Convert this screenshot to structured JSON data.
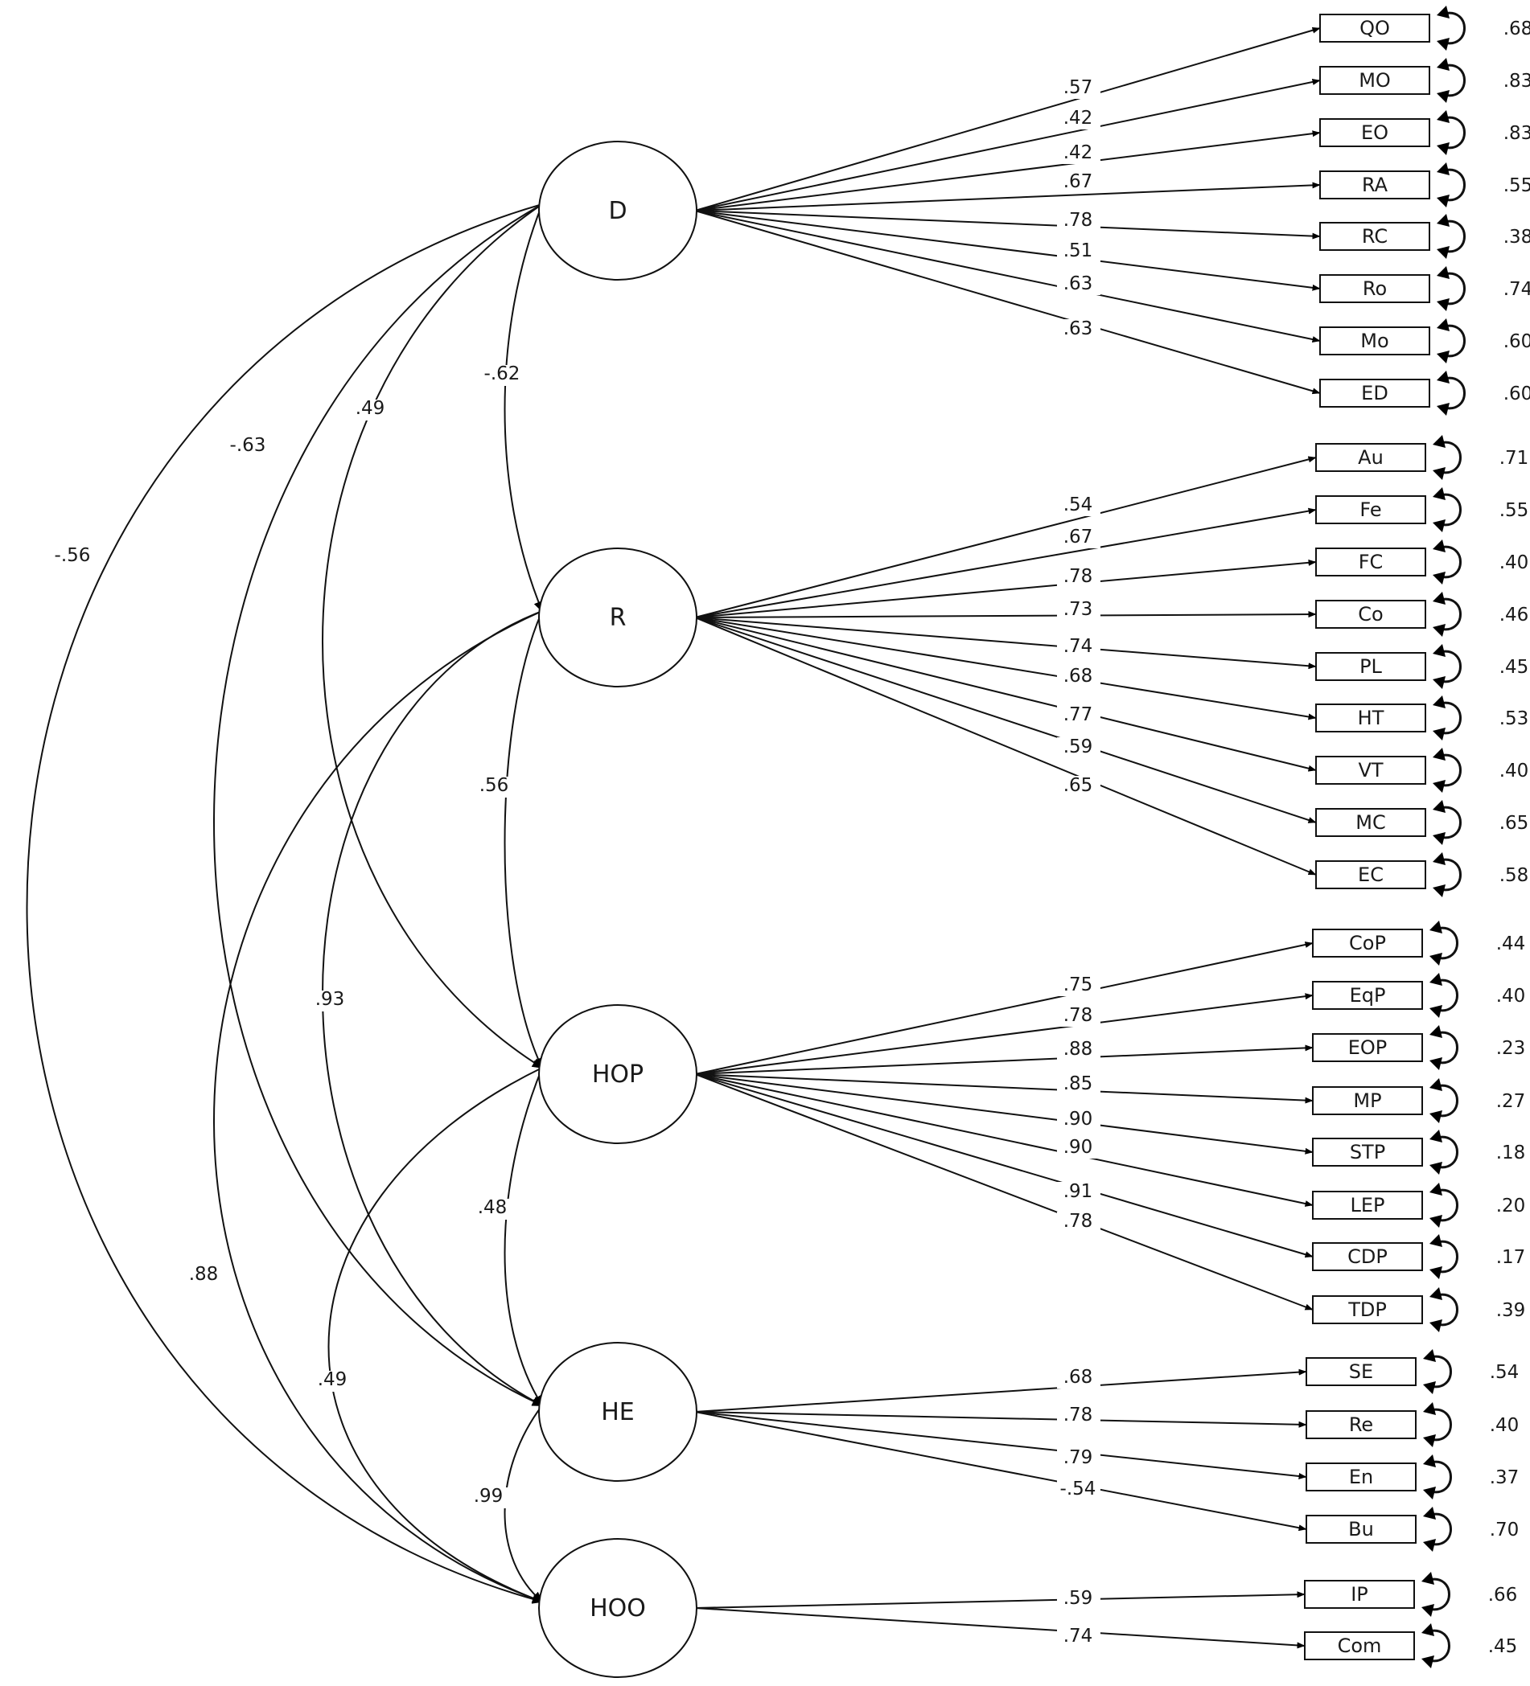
{
  "latents": [
    {
      "id": "D",
      "label": "D"
    },
    {
      "id": "R",
      "label": "R"
    },
    {
      "id": "HOP",
      "label": "HOP"
    },
    {
      "id": "HE",
      "label": "HE"
    },
    {
      "id": "HOO",
      "label": "HOO"
    }
  ],
  "indicators": [
    {
      "label": "QO",
      "factor": "D",
      "loading": ".57",
      "error": ".68"
    },
    {
      "label": "MO",
      "factor": "D",
      "loading": ".42",
      "error": ".83"
    },
    {
      "label": "EO",
      "factor": "D",
      "loading": ".42",
      "error": ".83"
    },
    {
      "label": "RA",
      "factor": "D",
      "loading": ".67",
      "error": ".55"
    },
    {
      "label": "RC",
      "factor": "D",
      "loading": ".78",
      "error": ".38"
    },
    {
      "label": "Ro",
      "factor": "D",
      "loading": ".51",
      "error": ".74"
    },
    {
      "label": "Mo",
      "factor": "D",
      "loading": ".63",
      "error": ".60"
    },
    {
      "label": "ED",
      "factor": "D",
      "loading": ".63",
      "error": ".60"
    },
    {
      "label": "Au",
      "factor": "R",
      "loading": ".54",
      "error": ".71"
    },
    {
      "label": "Fe",
      "factor": "R",
      "loading": ".67",
      "error": ".55"
    },
    {
      "label": "FC",
      "factor": "R",
      "loading": ".78",
      "error": ".40"
    },
    {
      "label": "Co",
      "factor": "R",
      "loading": ".73",
      "error": ".46"
    },
    {
      "label": "PL",
      "factor": "R",
      "loading": ".74",
      "error": ".45"
    },
    {
      "label": "HT",
      "factor": "R",
      "loading": ".68",
      "error": ".53"
    },
    {
      "label": "VT",
      "factor": "R",
      "loading": ".77",
      "error": ".40"
    },
    {
      "label": "MC",
      "factor": "R",
      "loading": ".59",
      "error": ".65"
    },
    {
      "label": "EC",
      "factor": "R",
      "loading": ".65",
      "error": ".58"
    },
    {
      "label": "CoP",
      "factor": "HOP",
      "loading": ".75",
      "error": ".44"
    },
    {
      "label": "EqP",
      "factor": "HOP",
      "loading": ".78",
      "error": ".40"
    },
    {
      "label": "EOP",
      "factor": "HOP",
      "loading": ".88",
      "error": ".23"
    },
    {
      "label": "MP",
      "factor": "HOP",
      "loading": ".85",
      "error": ".27"
    },
    {
      "label": "STP",
      "factor": "HOP",
      "loading": ".90",
      "error": ".18"
    },
    {
      "label": "LEP",
      "factor": "HOP",
      "loading": ".90",
      "error": ".20"
    },
    {
      "label": "CDP",
      "factor": "HOP",
      "loading": ".91",
      "error": ".17"
    },
    {
      "label": "TDP",
      "factor": "HOP",
      "loading": ".78",
      "error": ".39"
    },
    {
      "label": "SE",
      "factor": "HE",
      "loading": ".68",
      "error": ".54"
    },
    {
      "label": "Re",
      "factor": "HE",
      "loading": ".78",
      "error": ".40"
    },
    {
      "label": "En",
      "factor": "HE",
      "loading": ".79",
      "error": ".37"
    },
    {
      "label": "Bu",
      "factor": "HE",
      "loading": "-.54",
      "error": ".70"
    },
    {
      "label": "IP",
      "factor": "HOO",
      "loading": ".59",
      "error": ".66"
    },
    {
      "label": "Com",
      "factor": "HOO",
      "loading": ".74",
      "error": ".45"
    }
  ],
  "correlations": [
    {
      "from": "D",
      "to": "R",
      "value": "-.62"
    },
    {
      "from": "D",
      "to": "HOP",
      "value": ".49"
    },
    {
      "from": "D",
      "to": "HE",
      "value": "-.63"
    },
    {
      "from": "D",
      "to": "HOO",
      "value": "-.56"
    },
    {
      "from": "R",
      "to": "HOP",
      "value": ".56"
    },
    {
      "from": "R",
      "to": "HE",
      "value": ".93"
    },
    {
      "from": "R",
      "to": "HOO",
      "value": ".88"
    },
    {
      "from": "HOP",
      "to": "HE",
      "value": ".48"
    },
    {
      "from": "HOP",
      "to": "HOO",
      "value": ".49"
    },
    {
      "from": "HE",
      "to": "HOO",
      "value": ".99"
    }
  ]
}
